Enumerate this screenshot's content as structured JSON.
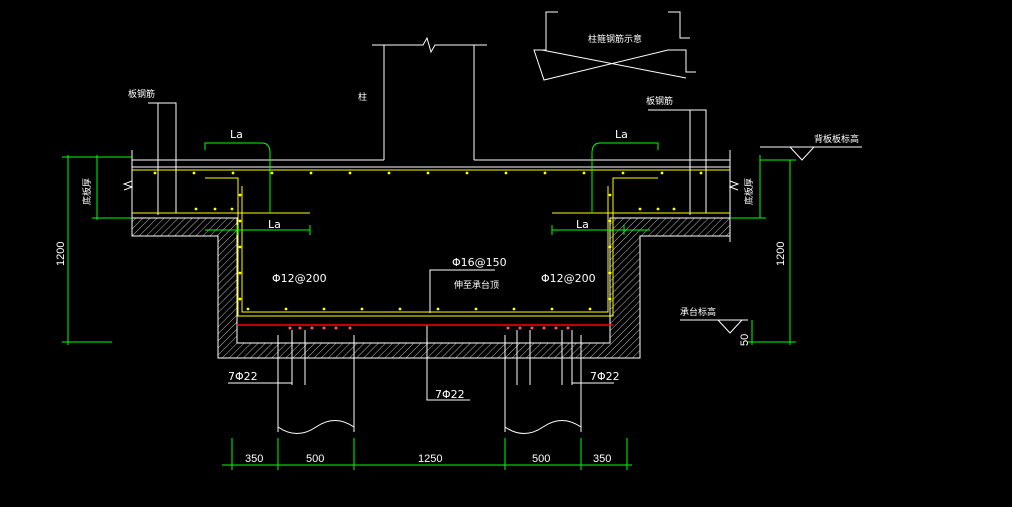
{
  "labels": {
    "column": "柱",
    "column_rebar_note": "柱箍钢筋示意",
    "slab_rebar_left": "板钢筋",
    "slab_rebar_right": "板钢筋",
    "slab_thickness_left": "底板厚",
    "slab_thickness_right": "底板厚",
    "la_top_left": "La",
    "la_top_right": "La",
    "la_bottom_left": "La",
    "la_bottom_right": "La",
    "rebar_left": "Φ12@200",
    "rebar_right": "Φ12@200",
    "rebar_center": "Φ16@150",
    "rebar_center_note": "伸至承台顶",
    "pile_rebar_left": "7Φ22",
    "pile_rebar_center": "7Φ22",
    "pile_rebar_right": "7Φ22",
    "slab_level": "背板板标高",
    "cap_level": "承台标高",
    "cap_level_value": "50"
  },
  "dimensions": {
    "height_left": "1200",
    "height_right": "1200",
    "bottom": [
      "350",
      "500",
      "1250",
      "500",
      "350"
    ]
  },
  "colors": {
    "background": "#000000",
    "structure": "#ffffff",
    "rebar": "#ffff00",
    "dimension": "#00ff00",
    "bottom_bar": "#ff0000"
  }
}
